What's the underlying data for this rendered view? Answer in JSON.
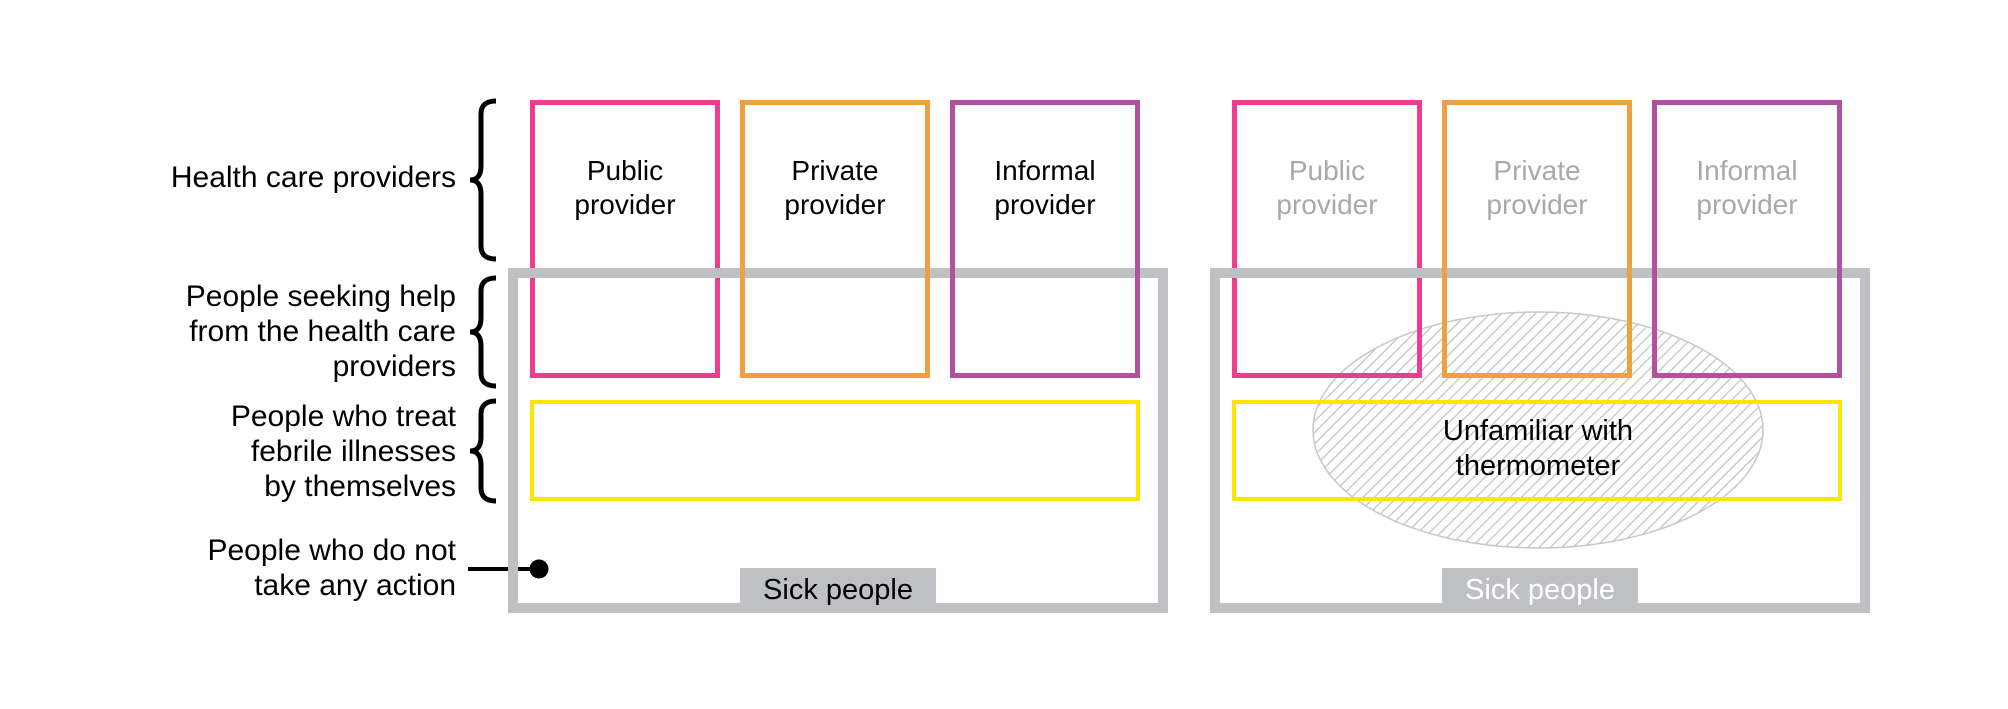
{
  "colors": {
    "public_border": "#ee3c8e",
    "private_border": "#f0a041",
    "informal_border": "#b2519f",
    "selfcare_border": "#ffe400",
    "frame_gray": "#bec0c3",
    "muted_text": "#a7a9ac",
    "hatch_line": "#bfbfbf",
    "ellipse_outline": "#c8c8c8"
  },
  "row_labels": {
    "providers": "Health care providers",
    "seeking_help": "People seeking help\nfrom the health care\nproviders",
    "self_treat": "People who treat\nfebrile illnesses\nby themselves",
    "no_action": "People who do not\ntake any action"
  },
  "diagrams": {
    "left": {
      "providers": [
        {
          "label": "Public\nprovider"
        },
        {
          "label": "Private\nprovider"
        },
        {
          "label": "Informal\nprovider"
        }
      ],
      "badge": "Sick people"
    },
    "right": {
      "providers": [
        {
          "label": "Public\nprovider"
        },
        {
          "label": "Private\nprovider"
        },
        {
          "label": "Informal\nprovider"
        }
      ],
      "badge": "Sick people",
      "annotation": "Unfamiliar with\nthermometer"
    }
  }
}
